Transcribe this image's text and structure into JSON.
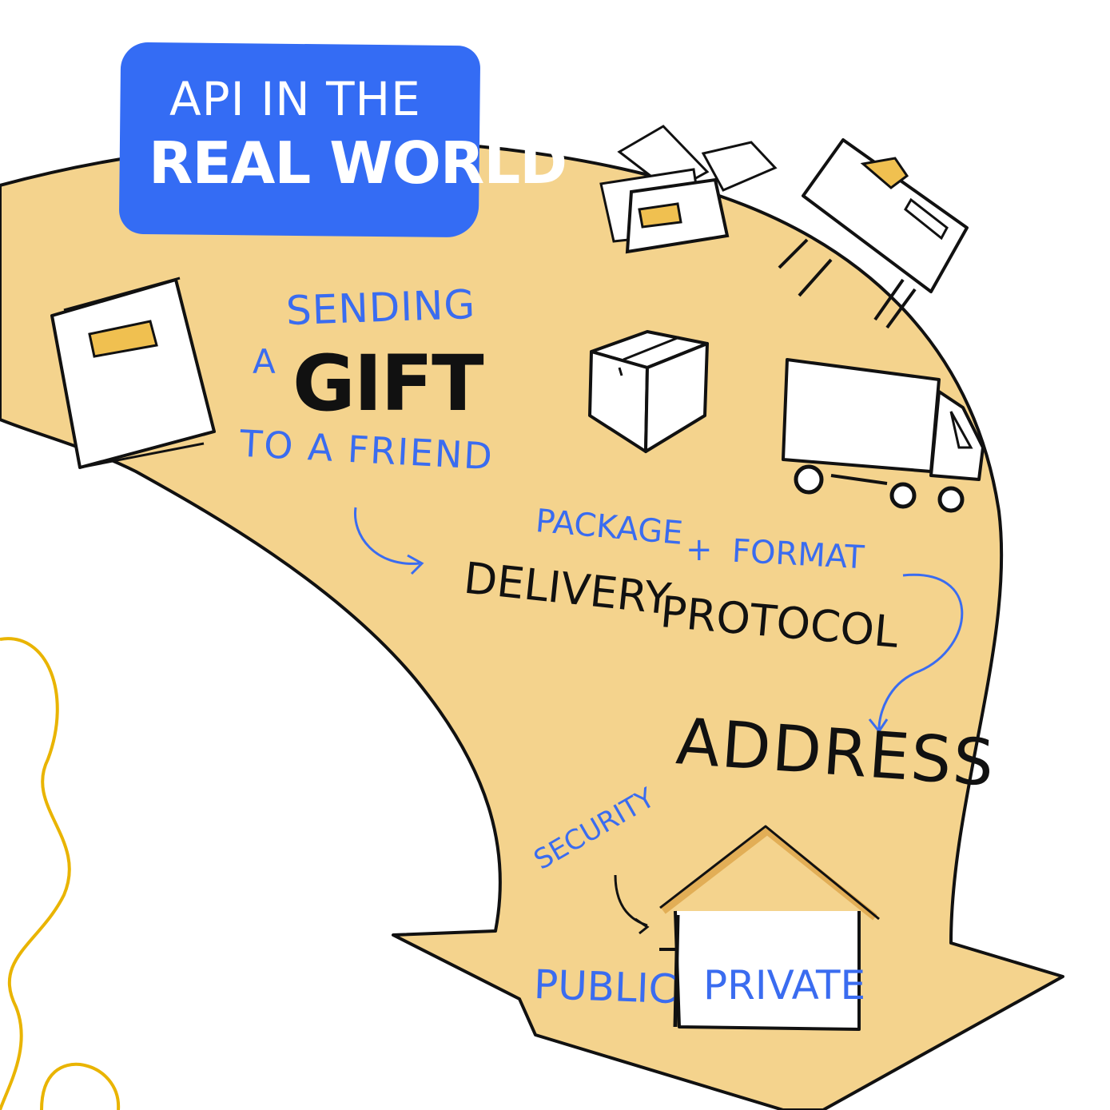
{
  "title": {
    "line1": "API IN THE",
    "line2": "REAL WORLD"
  },
  "labels": {
    "sending": "SENDING",
    "a": "A",
    "gift": "GIFT",
    "to_a_friend": "TO A FRIEND",
    "package": "PACKAGE",
    "plus": "+",
    "format": "FORMAT",
    "delivery": "DELIVERY",
    "protocol": "PROTOCOL",
    "address": "ADDRESS",
    "security": "SECURITY",
    "public": "PUBLIC",
    "private": "PRIVATE"
  },
  "colors": {
    "path_fill": "#f4d38d",
    "title_bg": "#346cf4",
    "accent_blue": "#3a6cf0",
    "accent_gold": "#f0c050",
    "outline": "#111111",
    "doodle_yellow": "#e9b400"
  },
  "icons": [
    "book-icon",
    "tickets-icon",
    "suitcase-icon",
    "box-icon",
    "truck-icon",
    "house-icon"
  ]
}
